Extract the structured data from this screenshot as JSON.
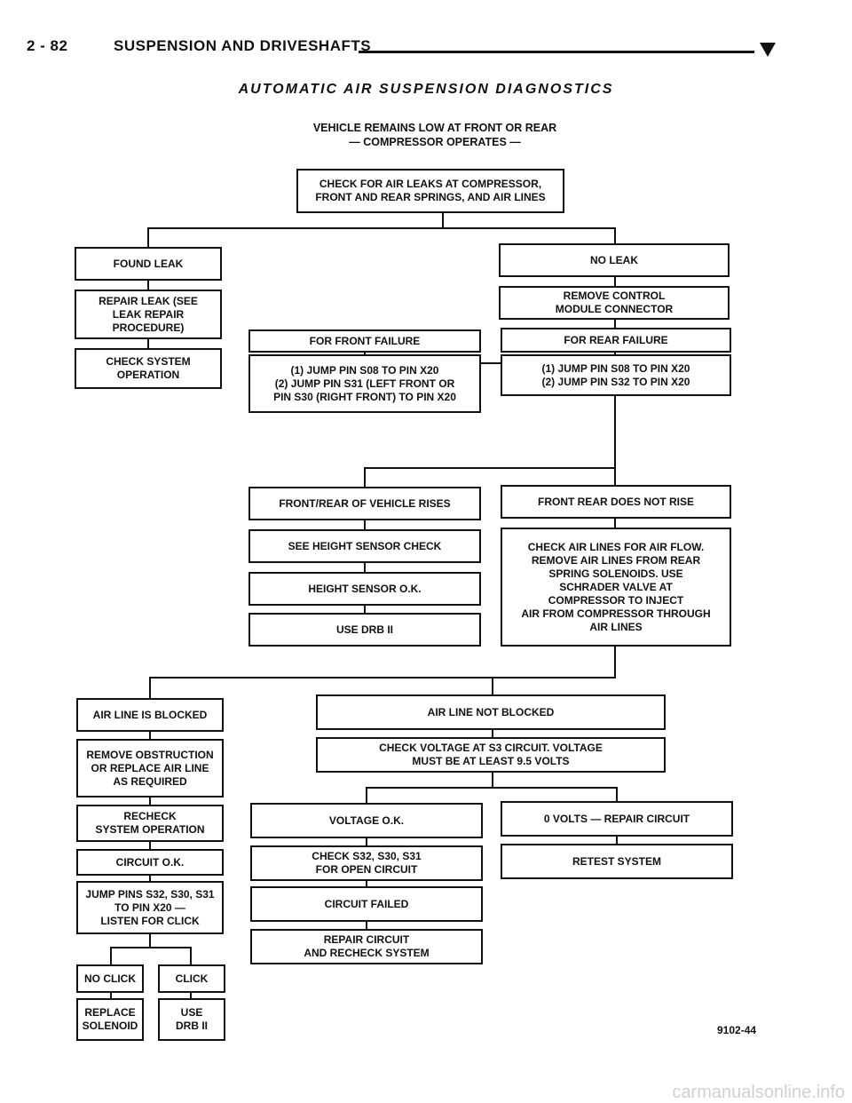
{
  "header": {
    "page_number": "2 - 82",
    "section": "SUSPENSION AND DRIVESHAFTS"
  },
  "subtitle": "AUTOMATIC AIR SUSPENSION DIAGNOSTICS",
  "flowchart": {
    "title_line1": "VEHICLE REMAINS LOW AT FRONT OR REAR",
    "title_line2": "— COMPRESSOR OPERATES —",
    "boxes": {
      "check_air_leaks": "CHECK FOR AIR LEAKS AT COMPRESSOR,\nFRONT AND REAR SPRINGS, AND AIR LINES",
      "found_leak": "FOUND LEAK",
      "no_leak": "NO LEAK",
      "repair_leak": "REPAIR LEAK (SEE\nLEAK REPAIR\nPROCEDURE)",
      "check_system_operation": "CHECK SYSTEM\nOPERATION",
      "remove_control_module": "REMOVE CONTROL\nMODULE CONNECTOR",
      "for_front_failure": "FOR FRONT FAILURE",
      "front_jump_pins": "(1) JUMP PIN S08 TO PIN X20\n(2) JUMP PIN S31 (LEFT FRONT OR\nPIN S30 (RIGHT FRONT) TO PIN X20",
      "for_rear_failure": "FOR REAR FAILURE",
      "rear_jump_pins": "(1) JUMP PIN S08 TO PIN X20\n(2) JUMP PIN S32 TO PIN X20",
      "vehicle_rises": "FRONT/REAR OF VEHICLE RISES",
      "does_not_rise": "FRONT REAR DOES NOT RISE",
      "see_height_sensor": "SEE HEIGHT SENSOR CHECK",
      "height_sensor_ok": "HEIGHT SENSOR O.K.",
      "use_drb_ii": "USE DRB II",
      "check_air_lines_flow": "CHECK AIR LINES FOR AIR FLOW.\nREMOVE AIR LINES FROM REAR\nSPRING SOLENOIDS. USE\nSCHRADER VALVE AT\nCOMPRESSOR TO INJECT\nAIR FROM COMPRESSOR THROUGH\nAIR LINES",
      "air_line_blocked": "AIR LINE IS BLOCKED",
      "air_line_not_blocked": "AIR LINE NOT BLOCKED",
      "remove_obstruction": "REMOVE OBSTRUCTION\nOR REPLACE AIR LINE\nAS REQUIRED",
      "check_voltage_s3": "CHECK VOLTAGE AT S3 CIRCUIT. VOLTAGE\nMUST BE AT LEAST 9.5 VOLTS",
      "recheck_system": "RECHECK\nSYSTEM OPERATION",
      "voltage_ok": "VOLTAGE O.K.",
      "zero_volts": "0 VOLTS — REPAIR CIRCUIT",
      "circuit_ok": "CIRCUIT O.K.",
      "check_s32_open": "CHECK S32, S30, S31\nFOR OPEN CIRCUIT",
      "retest_system": "RETEST SYSTEM",
      "jump_pins_listen": "JUMP PINS S32, S30, S31\nTO PIN X20 —\nLISTEN FOR CLICK",
      "circuit_failed": "CIRCUIT FAILED",
      "repair_circuit_recheck": "REPAIR CIRCUIT\nAND RECHECK SYSTEM",
      "no_click": "NO CLICK",
      "click": "CLICK",
      "replace_solenoid": "REPLACE\nSOLENOID",
      "use_drb_ii_small": "USE\nDRB II"
    },
    "figure_id": "9102-44"
  },
  "footer": "carmanualsonline.info"
}
